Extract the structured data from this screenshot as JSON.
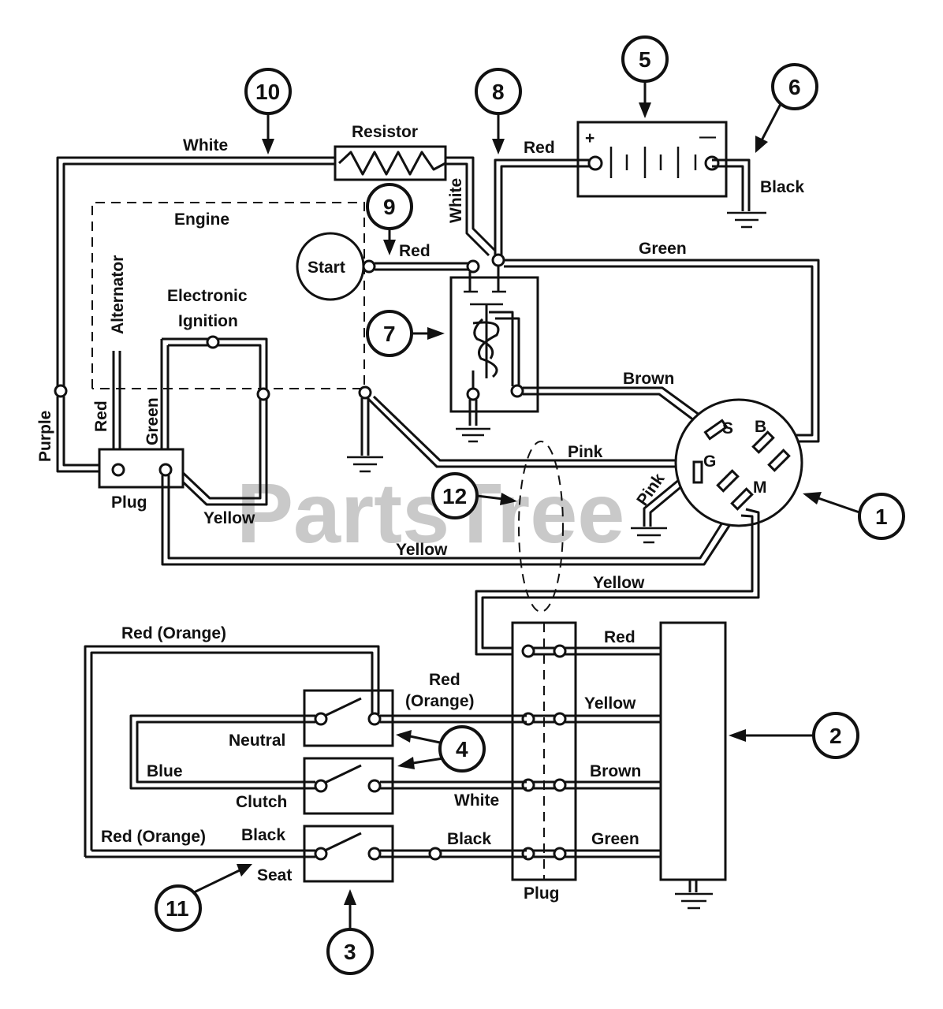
{
  "watermark": "PartsTree",
  "callouts": [
    "1",
    "2",
    "3",
    "4",
    "5",
    "6",
    "7",
    "8",
    "9",
    "10",
    "11",
    "12"
  ],
  "labels": {
    "resistor": "Resistor",
    "white_top": "White",
    "red_batt": "Red",
    "black_batt": "Black",
    "white_vert": "White",
    "engine": "Engine",
    "start": "Start",
    "red_start": "Red",
    "green_top": "Green",
    "alternator": "Alternator",
    "red_alt": "Red",
    "electronic": "Electronic",
    "ignition": "Ignition",
    "purple": "Purple",
    "green_ign": "Green",
    "brown": "Brown",
    "plug_left": "Plug",
    "yellow_ign": "Yellow",
    "pink_top": "Pink",
    "pink_diag": "Pink",
    "yellow_long": "Yellow",
    "yellow_right": "Yellow",
    "red_orange_top": "Red (Orange)",
    "red_plug": "Red",
    "red_mid": "Red",
    "orange_mid": "(Orange)",
    "yellow_plug": "Yellow",
    "neutral": "Neutral",
    "blue": "Blue",
    "brown_plug": "Brown",
    "clutch": "Clutch",
    "white_plug": "White",
    "red_orange_bottom": "Red (Orange)",
    "black_seat": "Black",
    "black_mid": "Black",
    "green_plug": "Green",
    "seat": "Seat",
    "plug_bottom": "Plug",
    "plus": "+",
    "minus": "—",
    "sw_s": "S",
    "sw_b": "B",
    "sw_g": "G",
    "sw_m": "M"
  }
}
